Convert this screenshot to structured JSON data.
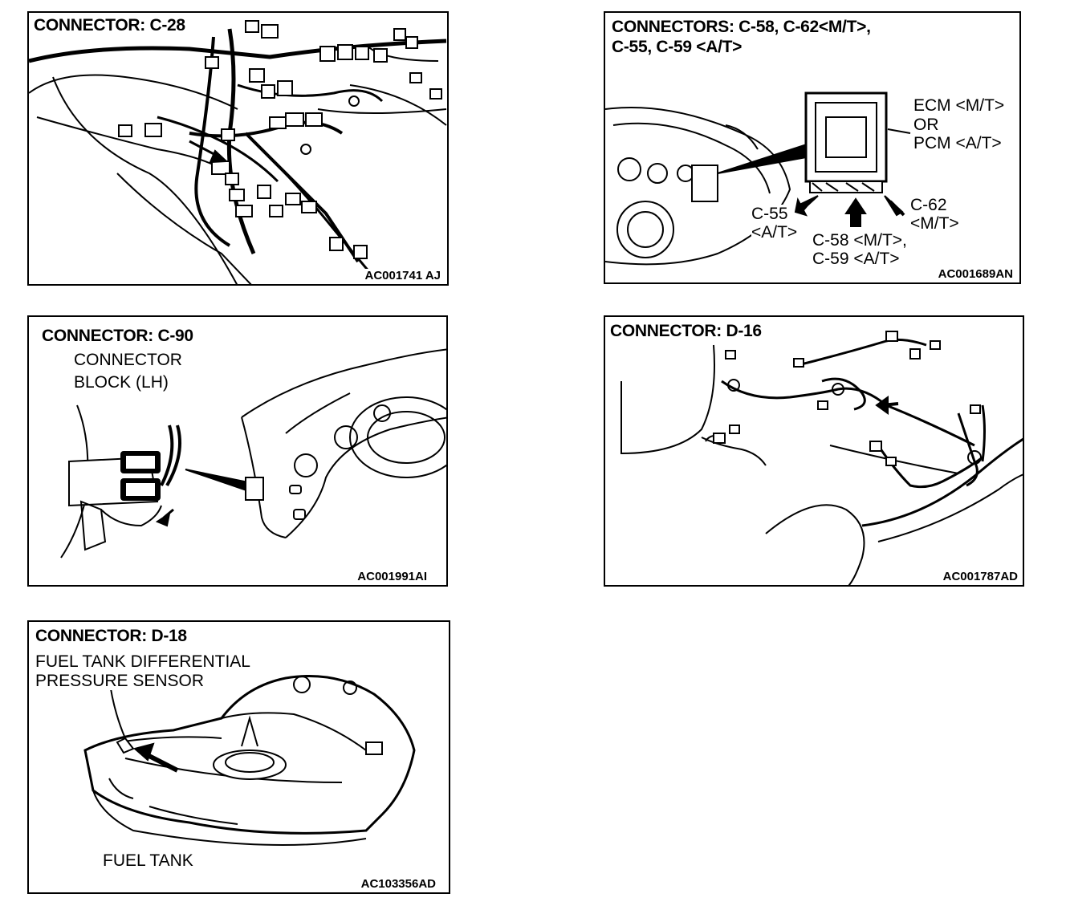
{
  "panels": [
    {
      "title": "CONNECTOR: C-28",
      "code": "AC001741 AJ"
    },
    {
      "title_line1": "CONNECTORS: C-58, C-62<M/T>,",
      "title_line2": "C-55, C-59 <A/T>",
      "labels": {
        "ecm1": "ECM <M/T>",
        "ecm2": "OR",
        "ecm3": "PCM <A/T>",
        "c62a": "C-62",
        "c62b": "<M/T>",
        "c55a": "C-55",
        "c55b": "<A/T>",
        "c58a": "C-58 <M/T>,",
        "c58b": "C-59 <A/T>"
      },
      "code": "AC001689AN"
    },
    {
      "title": "CONNECTOR: C-90",
      "label1": "CONNECTOR",
      "label2": "BLOCK (LH)",
      "code": "AC001991AI"
    },
    {
      "title": "CONNECTOR: D-16",
      "code": "AC001787AD"
    },
    {
      "title": "CONNECTOR: D-18",
      "label1": "FUEL TANK DIFFERENTIAL",
      "label2": "PRESSURE SENSOR",
      "label3": "FUEL TANK",
      "code": "AC103356AD"
    }
  ]
}
